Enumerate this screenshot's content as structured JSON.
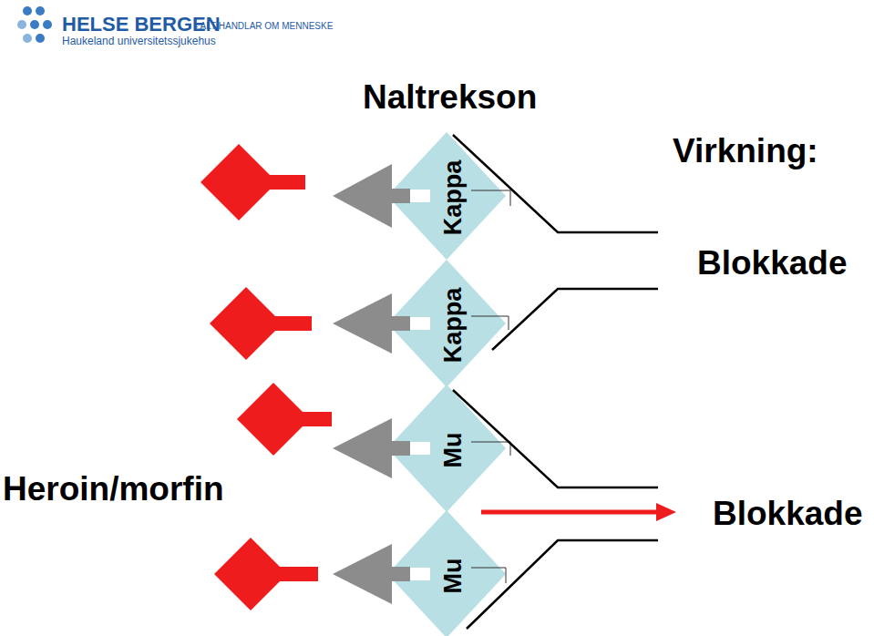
{
  "diagram": {
    "title": "Naltrekson",
    "nodes": [
      {
        "text": [
          "Kappa"
        ]
      },
      {
        "text": [
          "Kappa"
        ]
      },
      {
        "text": [
          "Mu"
        ]
      },
      {
        "text": [
          "Mu"
        ]
      }
    ],
    "labels": [
      "HELSE BERGEN",
      "Haukeland universitetssjukehus",
      "- ALT HANDLAR OM MENNESKE",
      "Virkning:",
      "Blokkade",
      "Heroin/morfin",
      "Blokkade"
    ]
  }
}
